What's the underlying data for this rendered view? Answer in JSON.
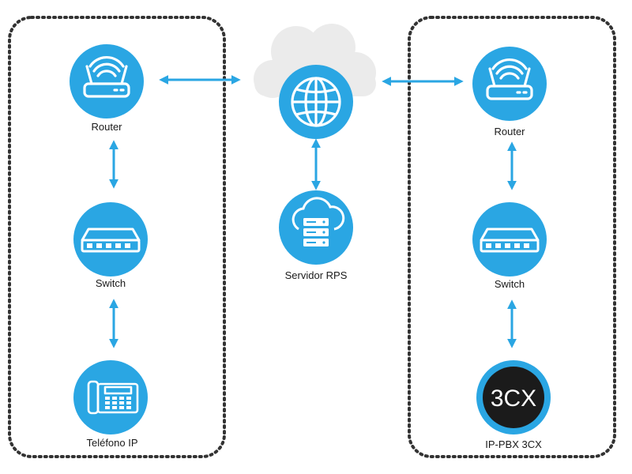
{
  "colors": {
    "node": "#2aa6e3",
    "arrow": "#2aa6e3",
    "border": "#333333",
    "cloud": "#ebebeb",
    "pbx_logo_bg": "#1b1b1b"
  },
  "nodes": {
    "left_router": {
      "label": "Router",
      "icon": "router-icon"
    },
    "left_switch": {
      "label": "Switch",
      "icon": "switch-icon"
    },
    "ip_phone": {
      "label": "Teléfono IP",
      "icon": "ip-phone-icon"
    },
    "internet": {
      "label": "",
      "icon": "globe-icon"
    },
    "rps_server": {
      "label": "Servidor RPS",
      "icon": "cloud-server-icon"
    },
    "right_router": {
      "label": "Router",
      "icon": "router-icon"
    },
    "right_switch": {
      "label": "Switch",
      "icon": "switch-icon"
    },
    "pbx": {
      "label": "IP-PBX 3CX",
      "icon": "3cx-logo",
      "logo_text": "3CX"
    }
  }
}
